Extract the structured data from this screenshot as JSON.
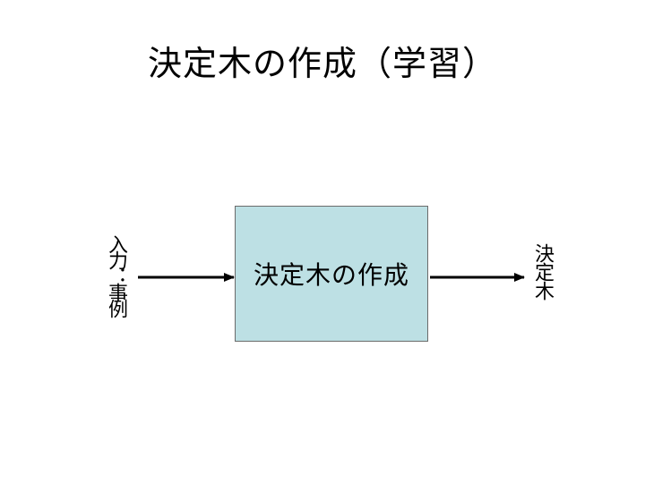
{
  "slide": {
    "title": "決定木の作成（学習）",
    "input_label": "入力：事例",
    "process_label": "決定木の作成",
    "output_label": "決定木"
  },
  "colors": {
    "box_fill": "#bde0e4",
    "box_border": "#6b6b6b",
    "arrow": "#000000"
  }
}
